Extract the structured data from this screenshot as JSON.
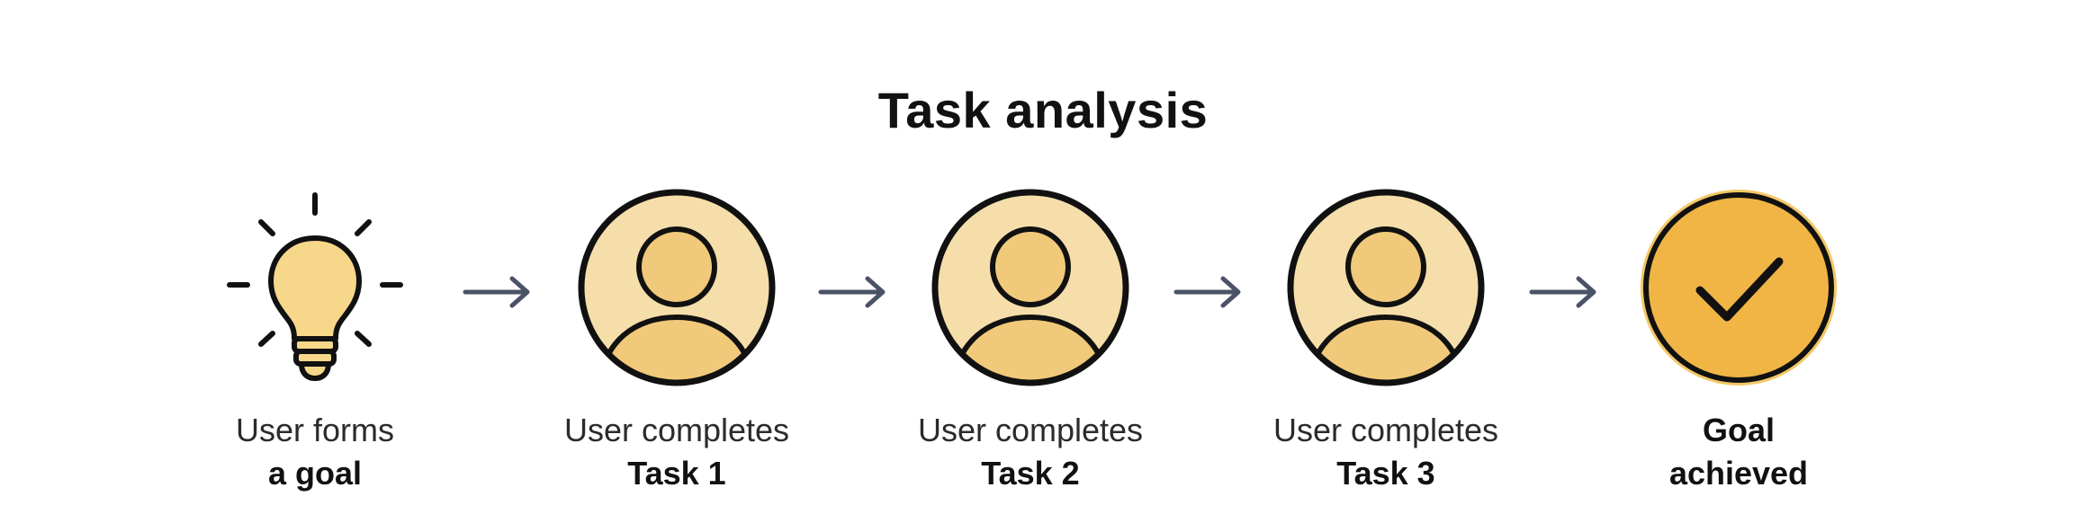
{
  "title": "Task analysis",
  "colors": {
    "stroke": "#111111",
    "bulb_fill": "#f7d88a",
    "circle_bg": "#f6deaa",
    "person_fill": "#f1c97a",
    "goal_fill": "#f0b545",
    "goal_ring": "#f3c867",
    "arrow": "#4a5366"
  },
  "steps": [
    {
      "id": "goal",
      "icon": "lightbulb-icon",
      "line1": "User forms",
      "line2": "a goal"
    },
    {
      "id": "task1",
      "icon": "user-icon",
      "line1": "User completes",
      "line2": "Task 1"
    },
    {
      "id": "task2",
      "icon": "user-icon",
      "line1": "User completes",
      "line2": "Task 2"
    },
    {
      "id": "task3",
      "icon": "user-icon",
      "line1": "User completes",
      "line2": "Task 3"
    },
    {
      "id": "achieved",
      "icon": "checkmark-icon",
      "line1": "Goal",
      "line2": "achieved"
    }
  ]
}
